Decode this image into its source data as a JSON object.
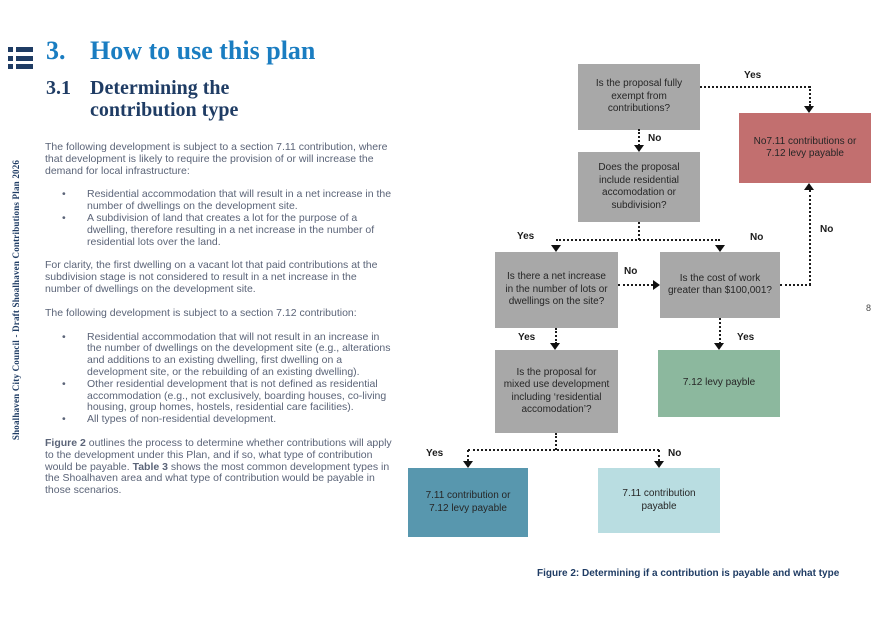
{
  "page": {
    "number": "8"
  },
  "sidebar": {
    "vertical_text": "Shoalhaven City Council - Draft Shoalhaven Contributions Plan 2026"
  },
  "header": {
    "section_number": "3.",
    "title": "How to use this plan",
    "subsection_number": "3.1",
    "subtitle": "Determining the contribution type"
  },
  "body": {
    "para1": "The following development is subject to a section 7.11 contribution, where that development is likely to require the provision of or will increase the demand for local infrastructure:",
    "bullets1": [
      "Residential accommodation that will result in a net increase in the number of dwellings on the development site.",
      "A subdivision of land that creates a lot for the purpose of a dwelling, therefore resulting in a net increase in the number of residential lots over the land."
    ],
    "para2": "For clarity, the first dwelling on a vacant lot that paid contributions at the subdivision stage is not considered to result in a net increase in the number of dwellings on the development site.",
    "para3": "The following development is subject to a section 7.12 contribution:",
    "bullets2": [
      "Residential accommodation that will not result in an increase in the number of dwellings on the development site (e.g., alterations and additions to an existing dwelling, first dwelling on a development site, or the rebuilding of an existing dwelling).",
      "Other residential development that is not defined as residential accommodation (e.g., not exclusively, boarding houses, co-living housing, group homes, hostels, residential care facilities).",
      "All types of non-residential development."
    ],
    "figure_ref": "Figure 2",
    "para4a": " outlines the process to determine whether contributions will apply to the development under this Plan, and if so, what type of contribution would be payable. ",
    "table_ref": "Table 3",
    "para4b": " shows the most common development types in the Shoalhaven area and what type of contribution would be payable in those scenarios."
  },
  "flowchart": {
    "caption": "Figure 2: Determining if a contribution is payable and what type",
    "labels": {
      "yes": "Yes",
      "no": "No"
    },
    "nodes": {
      "exempt": "Is the proposal fully exempt from contributions?",
      "no_contributions": "No7.11 contributions or 7.12 levy payable",
      "residential": "Does the proposal include residential accomodation or subdivision?",
      "net_increase": "Is there a net increase in the number of lots or dwellings on the site?",
      "cost_of_work": "Is the cost of work greater than $100,001?",
      "levy_payable": "7.12 levy payble",
      "mixed_use": "Is the proposal for mixed use development including ‘residential accomodation’?",
      "contribution_or_levy": "7.11 contribution or 7.12 levy payable",
      "contribution_payable": "7.11 contribution payable"
    }
  },
  "colors": {
    "heading_blue": "#1a7dc1",
    "heading_navy": "#1f3c64",
    "body_text": "#5b6478",
    "box_gray": "#a8a8a8",
    "box_red": "#c26f6f",
    "box_green": "#8cb89e",
    "box_blue": "#5897ae",
    "box_teal_light": "#b9dde1",
    "connector": "#1c1c1c"
  }
}
